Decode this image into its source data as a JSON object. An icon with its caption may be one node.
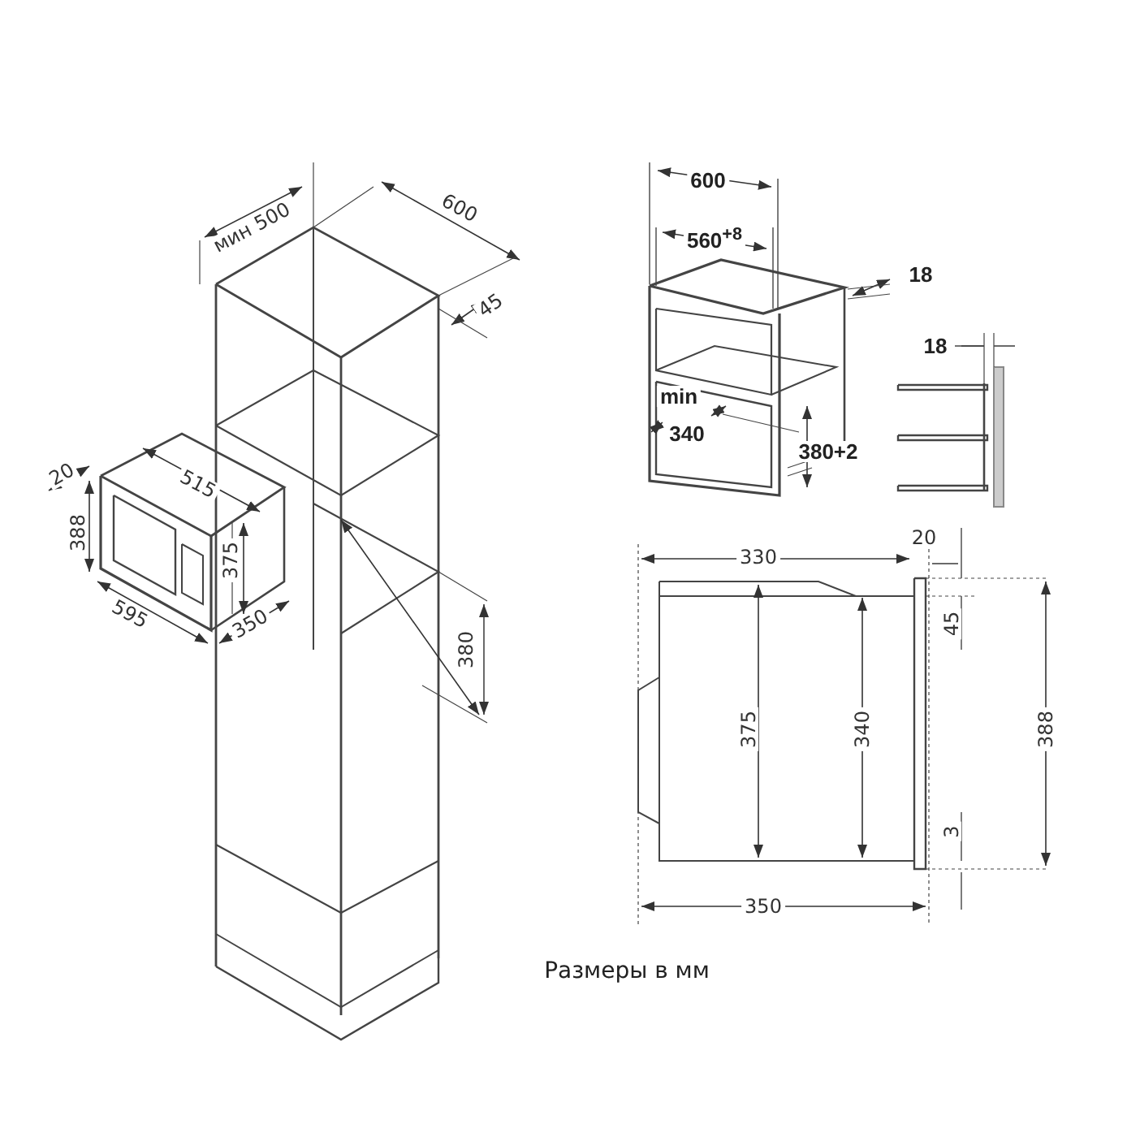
{
  "diagram": {
    "caption": "Размеры в мм",
    "labels": [
      "мин 500",
      "600",
      "45",
      "20",
      "515",
      "388",
      "375",
      "595",
      "350",
      "380",
      "600",
      "560$^{+8}$",
      "18",
      "18",
      "min",
      "340",
      "380+2",
      "330",
      "20",
      "45",
      "375",
      "340",
      "388",
      "3",
      "350"
    ]
  }
}
